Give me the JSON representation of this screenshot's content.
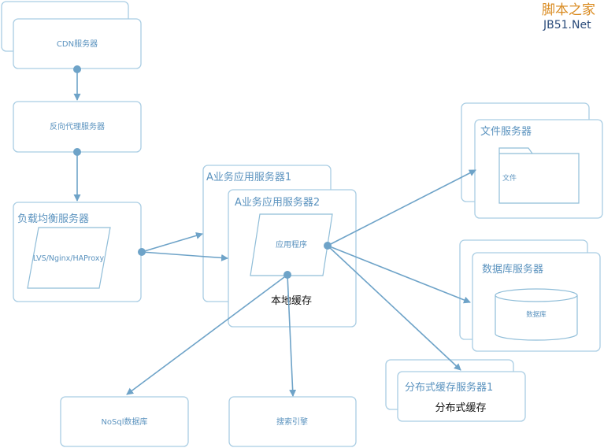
{
  "nodes": {
    "cdn": "CDN服务器",
    "reverse_proxy": "反向代理服务器",
    "load_balancer": "负载均衡服务器",
    "load_balancer_software": "LVS/Nginx/HAProxy",
    "app_server_1": "A业务应用服务器1",
    "app_server_2": "A业务应用服务器2",
    "app_program": "应用程序",
    "local_cache": "本地缓存",
    "file_server": "文件服务器",
    "file_folder": "文件",
    "db_server": "数据库服务器",
    "db_cylinder": "数据库",
    "dist_cache_server": "分布式缓存服务器1",
    "dist_cache": "分布式缓存",
    "nosql": "NoSql数据库",
    "search": "搜索引擎"
  },
  "watermark": {
    "title": "脚本之家",
    "sub": "JB51.Net"
  },
  "colors": {
    "box_border": "#a9cde3",
    "label_blue": "#5b93bf",
    "connector": "#6ea3c8",
    "dark_text": "#111111"
  }
}
